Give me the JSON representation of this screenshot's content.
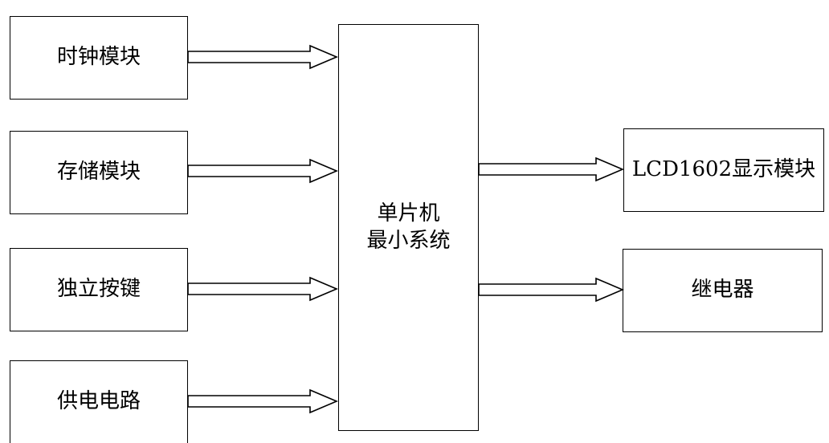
{
  "left_blocks": {
    "clock": "时钟模块",
    "storage": "存储模块",
    "keys": "独立按键",
    "power": "供电电路"
  },
  "mcu": {
    "line1": "单片机",
    "line2": "最小系统"
  },
  "right_blocks": {
    "lcd": "LCD1602显示模块",
    "relay": "继电器"
  }
}
